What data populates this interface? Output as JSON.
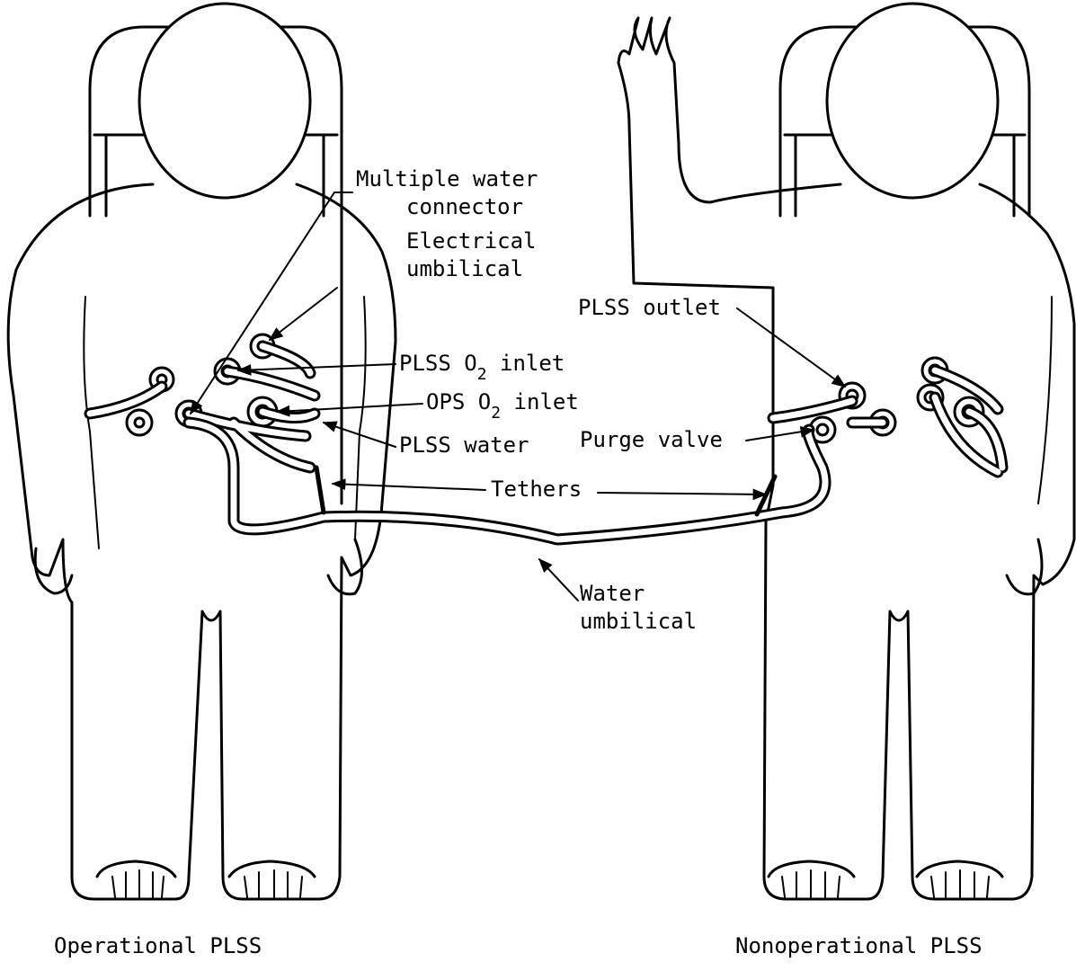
{
  "labels": {
    "multiple_water_connector_1": "Multiple water",
    "multiple_water_connector_2": "connector",
    "electrical_umbilical_1": "Electrical",
    "electrical_umbilical_2": "umbilical",
    "plss_o2_inlet_a": "PLSS O",
    "plss_o2_inlet_sub": "2",
    "plss_o2_inlet_b": " inlet",
    "ops_o2_inlet_a": "OPS O",
    "ops_o2_inlet_sub": "2",
    "ops_o2_inlet_b": " inlet",
    "plss_water": "PLSS water",
    "tethers": "Tethers",
    "water_umbilical_1": "Water",
    "water_umbilical_2": "umbilical",
    "plss_outlet": "PLSS outlet",
    "purge_valve": "Purge valve"
  },
  "captions": {
    "left": "Operational PLSS",
    "right": "Nonoperational PLSS"
  }
}
